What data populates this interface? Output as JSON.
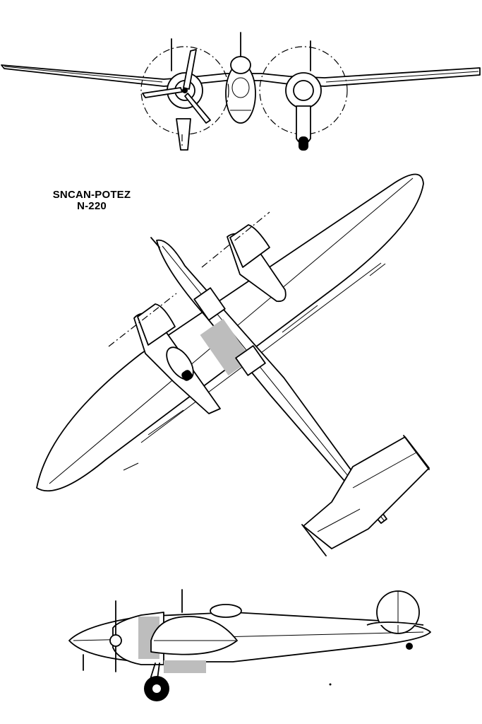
{
  "title": {
    "line1": "SNCAN-POTEZ",
    "line2": "N-220"
  },
  "views": [
    {
      "name": "front-view"
    },
    {
      "name": "plan-view"
    },
    {
      "name": "side-view"
    }
  ]
}
